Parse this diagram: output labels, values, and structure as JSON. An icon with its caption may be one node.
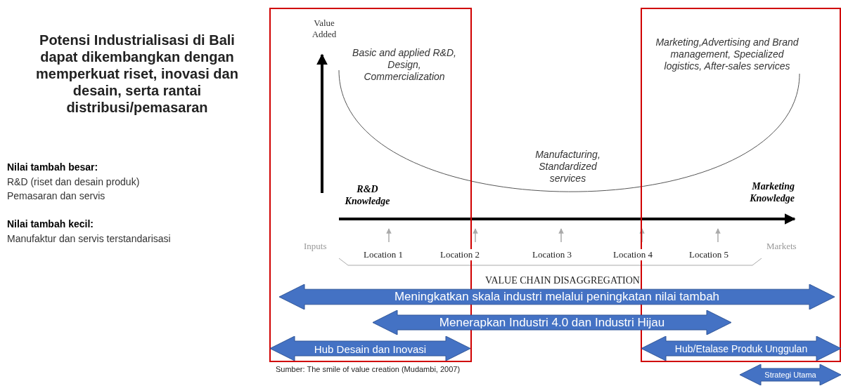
{
  "diagram": {
    "title": "Potensi Industrialisasi di Bali dapat dikembangkan dengan memperkuat riset, inovasi dan desain, serta rantai distribusi/pemasaran",
    "caption": "Sumber: The smile of value creation (Mudambi, 2007)",
    "nodes": [
      {
        "text": [
          "Meningkatkan skala industri melalui peningkatan nilai tambah"
        ]
      },
      {
        "text": [
          "Menerapkan Industri 4.0 dan Industri Hijau"
        ]
      },
      {
        "text": [
          "Hub Desain dan Inovasi"
        ]
      },
      {
        "text": [
          "Hub/Etalase Produk Unggulan"
        ]
      },
      {
        "text": [
          "Strategi Utama"
        ]
      }
    ],
    "edges": [],
    "labels": [
      "Nilai tambah besar:",
      "R&D (riset dan desain produk)",
      "Pemasaran dan servis",
      "Nilai tambah kecil:",
      "Manufaktur dan servis terstandarisasi",
      "Value Added",
      "Basic and applied R&D, Design, Commercialization",
      "Marketing,Advertising and Brand management, Specialized logistics, After-sales services",
      "Manufacturing, Standardized services",
      "R&D Knowledge",
      "Marketing Knowledge",
      "Inputs",
      "Location 1",
      "Location 2",
      "Location 3",
      "Location 4",
      "Location 5",
      "Markets",
      "VALUE CHAIN DISAGGREGATION"
    ]
  }
}
